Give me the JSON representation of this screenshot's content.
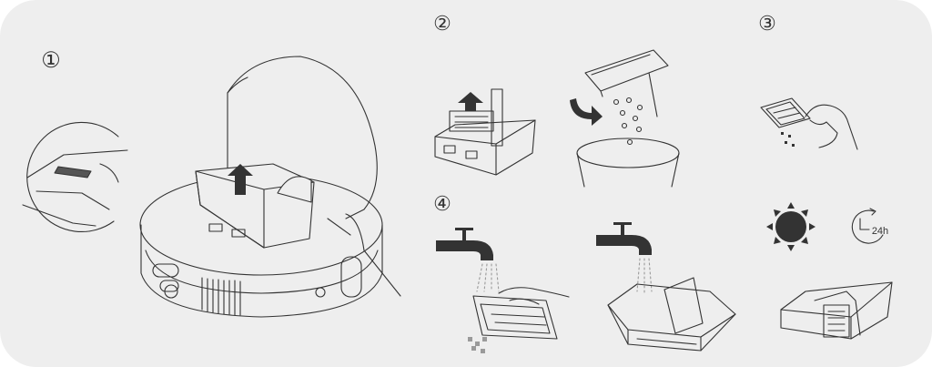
{
  "steps": [
    {
      "number": "①"
    },
    {
      "number": "②"
    },
    {
      "number": "③"
    },
    {
      "number": "④"
    }
  ],
  "dry_time_label": "24h",
  "colors": {
    "panel_background": "#eeeeee",
    "line": "#333333",
    "dark_fill": "#333333",
    "water": "#9a9a9a"
  },
  "icons": [
    "sun-icon",
    "clock-24h-icon",
    "faucet-icon",
    "arrow-up-icon",
    "curved-arrow-icon"
  ]
}
